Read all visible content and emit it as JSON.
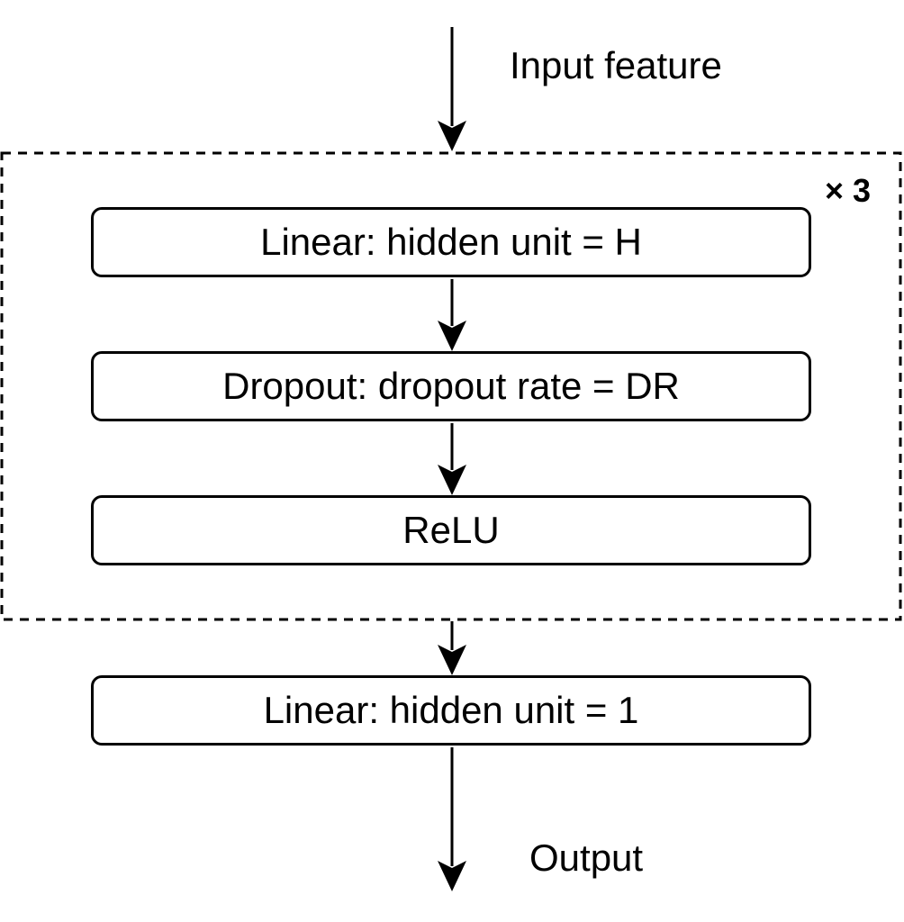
{
  "diagram": {
    "input_label": "Input feature",
    "output_label": "Output",
    "repeat_label": "× 3",
    "blocks": [
      {
        "label": "Linear: hidden unit = H"
      },
      {
        "label": "Dropout: dropout rate = DR"
      },
      {
        "label": "ReLU"
      },
      {
        "label": "Linear: hidden unit = 1"
      }
    ]
  },
  "colors": {
    "stroke": "#000000",
    "background": "#ffffff"
  }
}
